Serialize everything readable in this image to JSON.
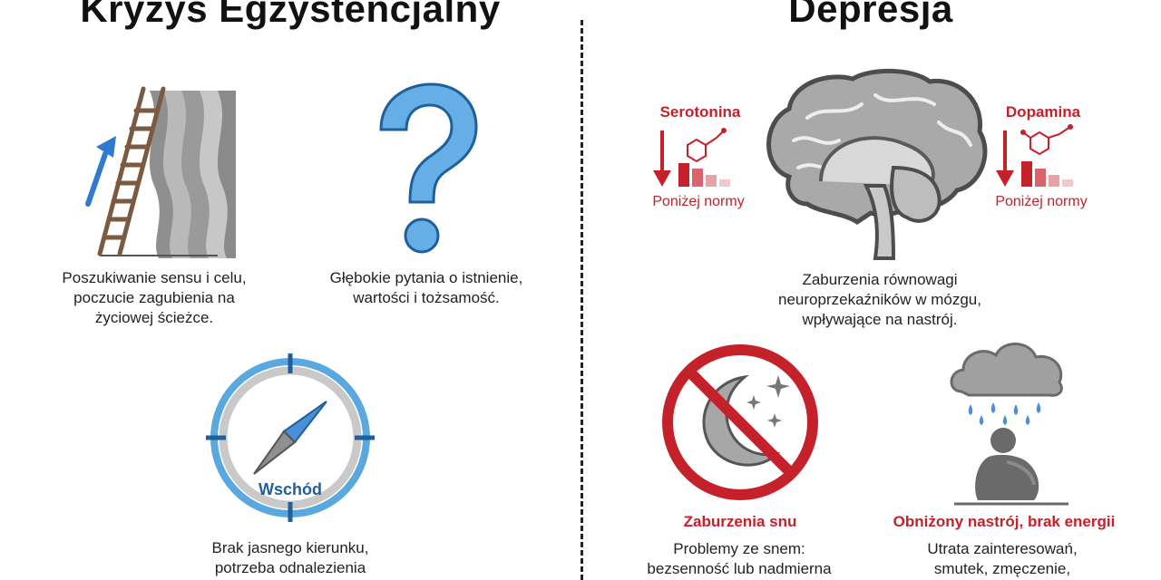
{
  "left": {
    "title": "Kryzys Egzystencjalny",
    "ladder_caption": [
      "Poszukiwanie sensu i celu,",
      "poczucie zagubienia na",
      "życiowej ścieżce."
    ],
    "question_caption": [
      "Głębokie pytania o istnienie,",
      "wartości i tożsamość."
    ],
    "compass_label": "Wschód",
    "compass_caption": [
      "Brak jasnego kierunku,",
      "potrzeba odnalezienia"
    ]
  },
  "right": {
    "title": "Depresja",
    "serotonin_label": "Serotonina",
    "serotonin_sub": "Poniżej normy",
    "dopamine_label": "Dopamina",
    "dopamine_sub": "Poniżej normy",
    "brain_caption": [
      "Zaburzenia równowagi",
      "neuroprzekaźników w mózgu,",
      "wpływające na nastrój."
    ],
    "sleep_label": "Zaburzenia snu",
    "sleep_caption": [
      "Problemy ze snem:",
      "bezsenność lub nadmierna"
    ],
    "mood_label": "Obniżony nastrój, brak energii",
    "mood_caption": [
      "Utrata zainteresowań,",
      "smutek, zmęczenie,"
    ]
  },
  "colors": {
    "accent_red": "#c4212b",
    "accent_blue": "#4a90d9",
    "gray": "#8c8c8c"
  }
}
